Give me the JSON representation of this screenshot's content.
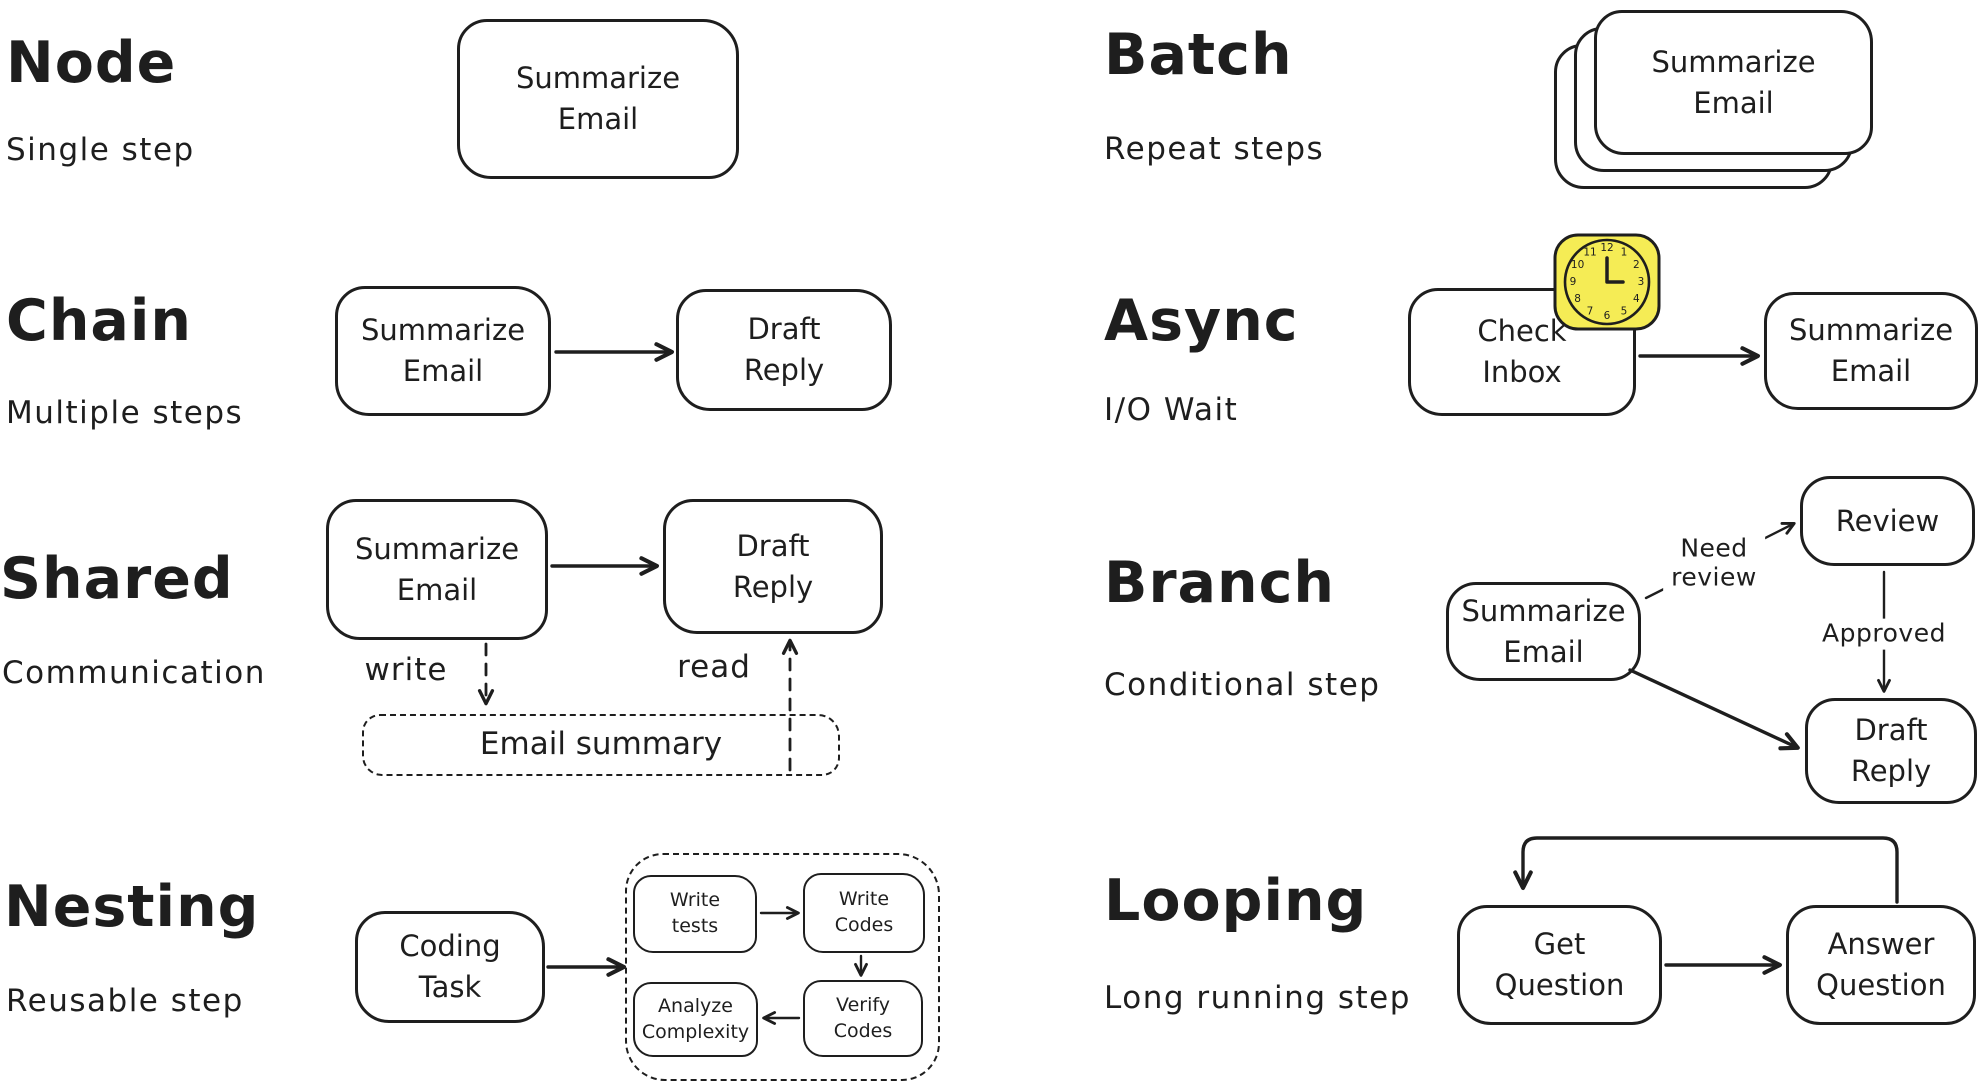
{
  "colors": {
    "stroke": "#1e1e1e",
    "background": "#ffffff",
    "clock_fill": "#f5ec55"
  },
  "sections": {
    "node": {
      "title": "Node",
      "subtitle": "Single step",
      "box": "Summarize Email"
    },
    "chain": {
      "title": "Chain",
      "subtitle": "Multiple steps",
      "box1": "Summarize Email",
      "box2": "Draft Reply"
    },
    "shared": {
      "title": "Shared",
      "subtitle": "Communication",
      "box1": "Summarize Email",
      "box2": "Draft Reply",
      "write_label": "write",
      "read_label": "read",
      "store": "Email summary"
    },
    "nesting": {
      "title": "Nesting",
      "subtitle": "Reusable step",
      "box": "Coding Task",
      "inner1": "Write tests",
      "inner2": "Write Codes",
      "inner3": "Verify Codes",
      "inner4": "Analyze Complexity"
    },
    "batch": {
      "title": "Batch",
      "subtitle": "Repeat steps",
      "box": "Summarize Email"
    },
    "async": {
      "title": "Async",
      "subtitle": "I/O Wait",
      "box1": "Check Inbox",
      "box2": "Summarize Email",
      "clock_numbers": [
        "12",
        "1",
        "2",
        "3",
        "4",
        "5",
        "6",
        "7",
        "8",
        "9",
        "10",
        "11"
      ]
    },
    "branch": {
      "title": "Branch",
      "subtitle": "Conditional step",
      "box1": "Summarize Email",
      "box2": "Review",
      "box3": "Draft Reply",
      "need_label": "Need review",
      "approved_label": "Approved"
    },
    "looping": {
      "title": "Looping",
      "subtitle": "Long running step",
      "box1": "Get Question",
      "box2": "Answer Question"
    }
  }
}
